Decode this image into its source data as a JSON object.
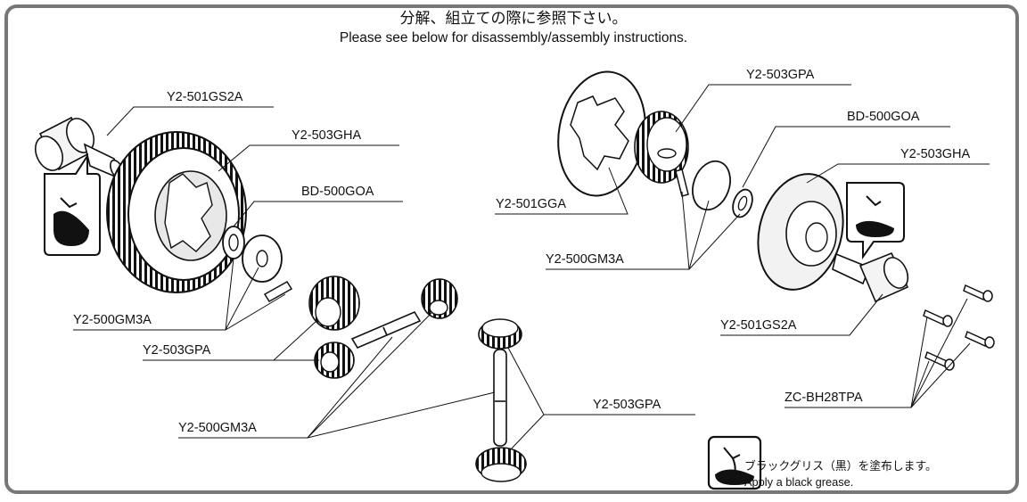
{
  "header": {
    "title_jp": "分解、組立ての際に参照下さい。",
    "title_en": "Please see below for disassembly/assembly instructions."
  },
  "labels": {
    "left_outdrive": "Y2-501GS2A",
    "left_gear_case": "Y2-503GHA",
    "left_seal": "BD-500GOA",
    "left_shaft": "Y2-500GM3A",
    "left_bevel": "Y2-503GPA",
    "center_shaft": "Y2-500GM3A",
    "center_bevel": "Y2-503GPA",
    "right_bevel": "Y2-503GPA",
    "right_seal": "BD-500GOA",
    "right_case": "Y2-503GHA",
    "right_gasket": "Y2-501GGA",
    "right_shaft": "Y2-500GM3A",
    "right_outdrive": "Y2-501GS2A",
    "screws": "ZC-BH28TPA"
  },
  "legend": {
    "text_jp": "ブラックグリス（黒）を塗布します。",
    "text_en": "Apply a black grease.",
    "icon": "black-grease-icon"
  }
}
